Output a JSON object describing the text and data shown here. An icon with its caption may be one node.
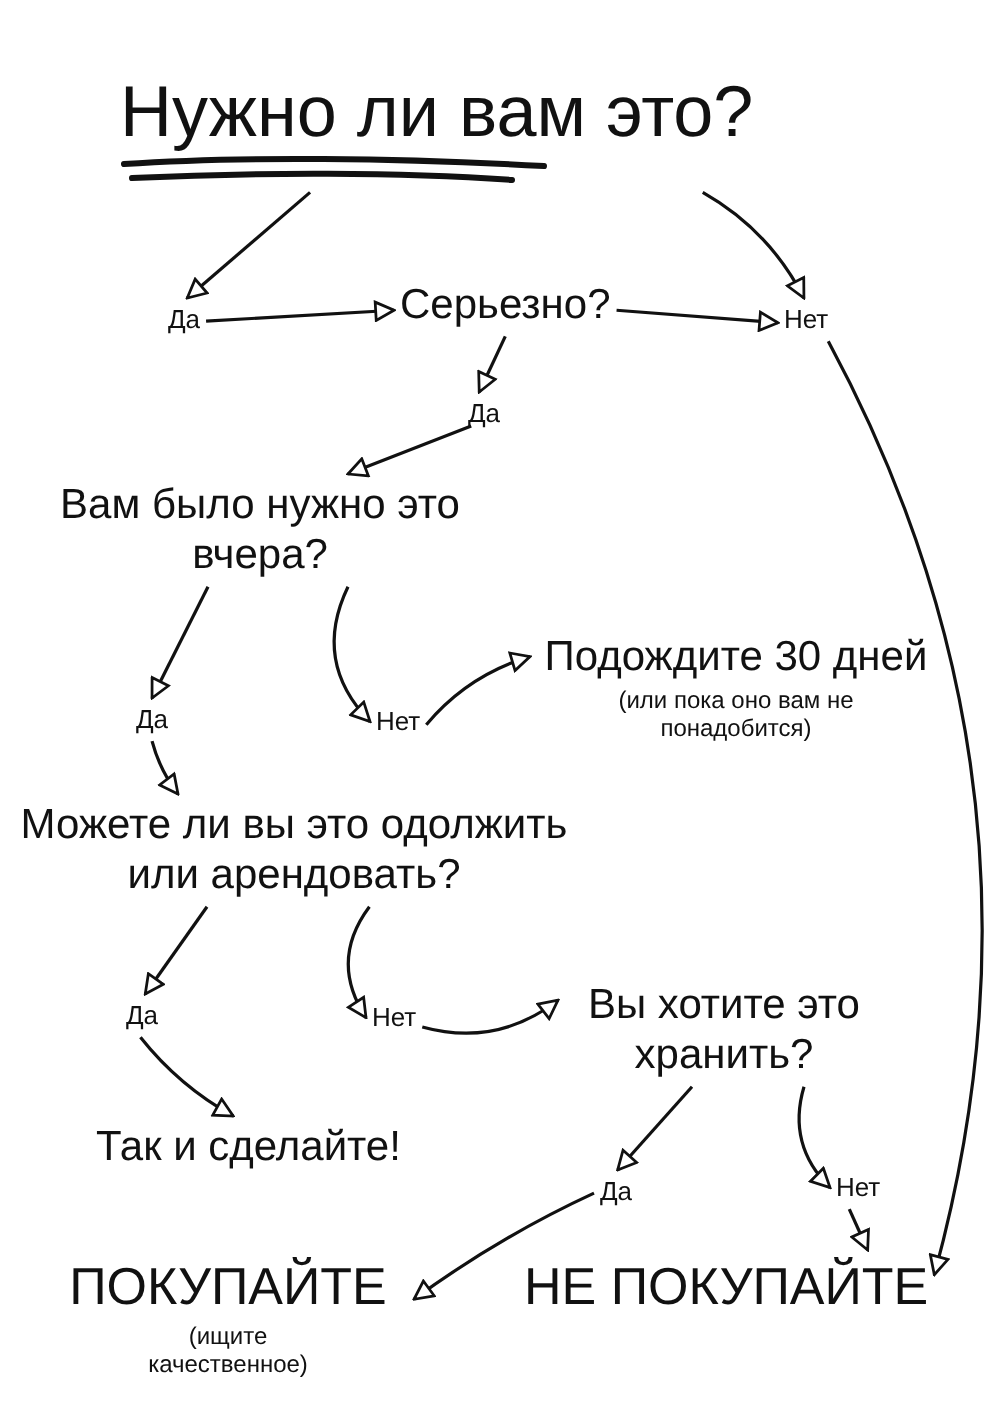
{
  "diagram": {
    "nodes": [
      {
        "text": [
          "Нужно ли вам это?"
        ]
      },
      {
        "text": [
          "Да"
        ]
      },
      {
        "text": [
          "Серьезно?"
        ]
      },
      {
        "text": [
          "Нет"
        ]
      },
      {
        "text": [
          "Да"
        ]
      },
      {
        "text": [
          "Вам было нужно это вчера?"
        ]
      },
      {
        "text": [
          "Да"
        ]
      },
      {
        "text": [
          "Нет"
        ]
      },
      {
        "text": [
          "Подождите 30 дней",
          "(или пока оно вам не понадобится)"
        ]
      },
      {
        "text": [
          "Можете ли вы это одолжить или арендовать?"
        ]
      },
      {
        "text": [
          "Да"
        ]
      },
      {
        "text": [
          "Нет"
        ]
      },
      {
        "text": [
          "Вы хотите это хранить?"
        ]
      },
      {
        "text": [
          "Так и сделайте!"
        ]
      },
      {
        "text": [
          "Да"
        ]
      },
      {
        "text": [
          "Нет"
        ]
      },
      {
        "text": [
          "ПОКУПАЙТЕ",
          "(ищите качественное)"
        ]
      },
      {
        "text": [
          "НЕ ПОКУПАЙТЕ"
        ]
      }
    ],
    "edges": [
      {
        "from": 0,
        "to": 1,
        "arrow": "to"
      },
      {
        "from": 0,
        "to": 3,
        "arrow": "to"
      },
      {
        "from": 1,
        "to": 2,
        "arrow": "to"
      },
      {
        "from": 2,
        "to": 3,
        "arrow": "to"
      },
      {
        "from": 2,
        "to": 4,
        "arrow": "to"
      },
      {
        "from": 4,
        "to": 5,
        "arrow": "to"
      },
      {
        "from": 5,
        "to": 6,
        "arrow": "to"
      },
      {
        "from": 5,
        "to": 7,
        "arrow": "to"
      },
      {
        "from": 7,
        "to": 8,
        "arrow": "to"
      },
      {
        "from": 6,
        "to": 9,
        "arrow": "to"
      },
      {
        "from": 9,
        "to": 10,
        "arrow": "to"
      },
      {
        "from": 9,
        "to": 11,
        "arrow": "to"
      },
      {
        "from": 11,
        "to": 12,
        "arrow": "to"
      },
      {
        "from": 10,
        "to": 13,
        "arrow": "to"
      },
      {
        "from": 12,
        "to": 14,
        "arrow": "to"
      },
      {
        "from": 12,
        "to": 15,
        "arrow": "to"
      },
      {
        "from": 14,
        "to": 16,
        "arrow": "to"
      },
      {
        "from": 15,
        "to": 17,
        "arrow": "to"
      },
      {
        "from": 3,
        "to": 17,
        "arrow": "to"
      }
    ]
  }
}
